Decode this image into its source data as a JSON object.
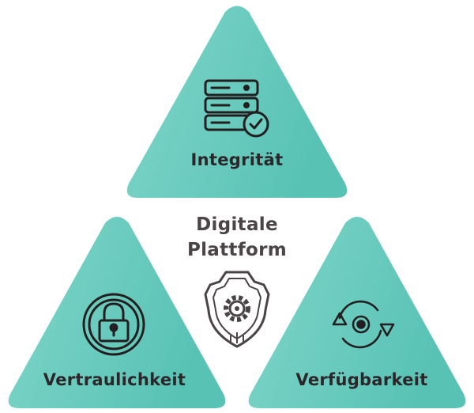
{
  "center": {
    "line1": "Digitale",
    "line2": "Plattform",
    "icon": "shield-gear-icon"
  },
  "pillars": [
    {
      "label": "Integrität",
      "icon": "server-check-icon"
    },
    {
      "label": "Vertraulichkeit",
      "icon": "padlock-icon"
    },
    {
      "label": "Verfügbarkeit",
      "icon": "refresh-cycle-icon"
    }
  ],
  "colors": {
    "teal_light": "#7fd6c8",
    "teal": "#5cc4b8",
    "icon_stroke": "#231f20",
    "center_text": "#4a4446",
    "shield_fill": "#ffffff",
    "shield_stroke": "#4a4446"
  }
}
